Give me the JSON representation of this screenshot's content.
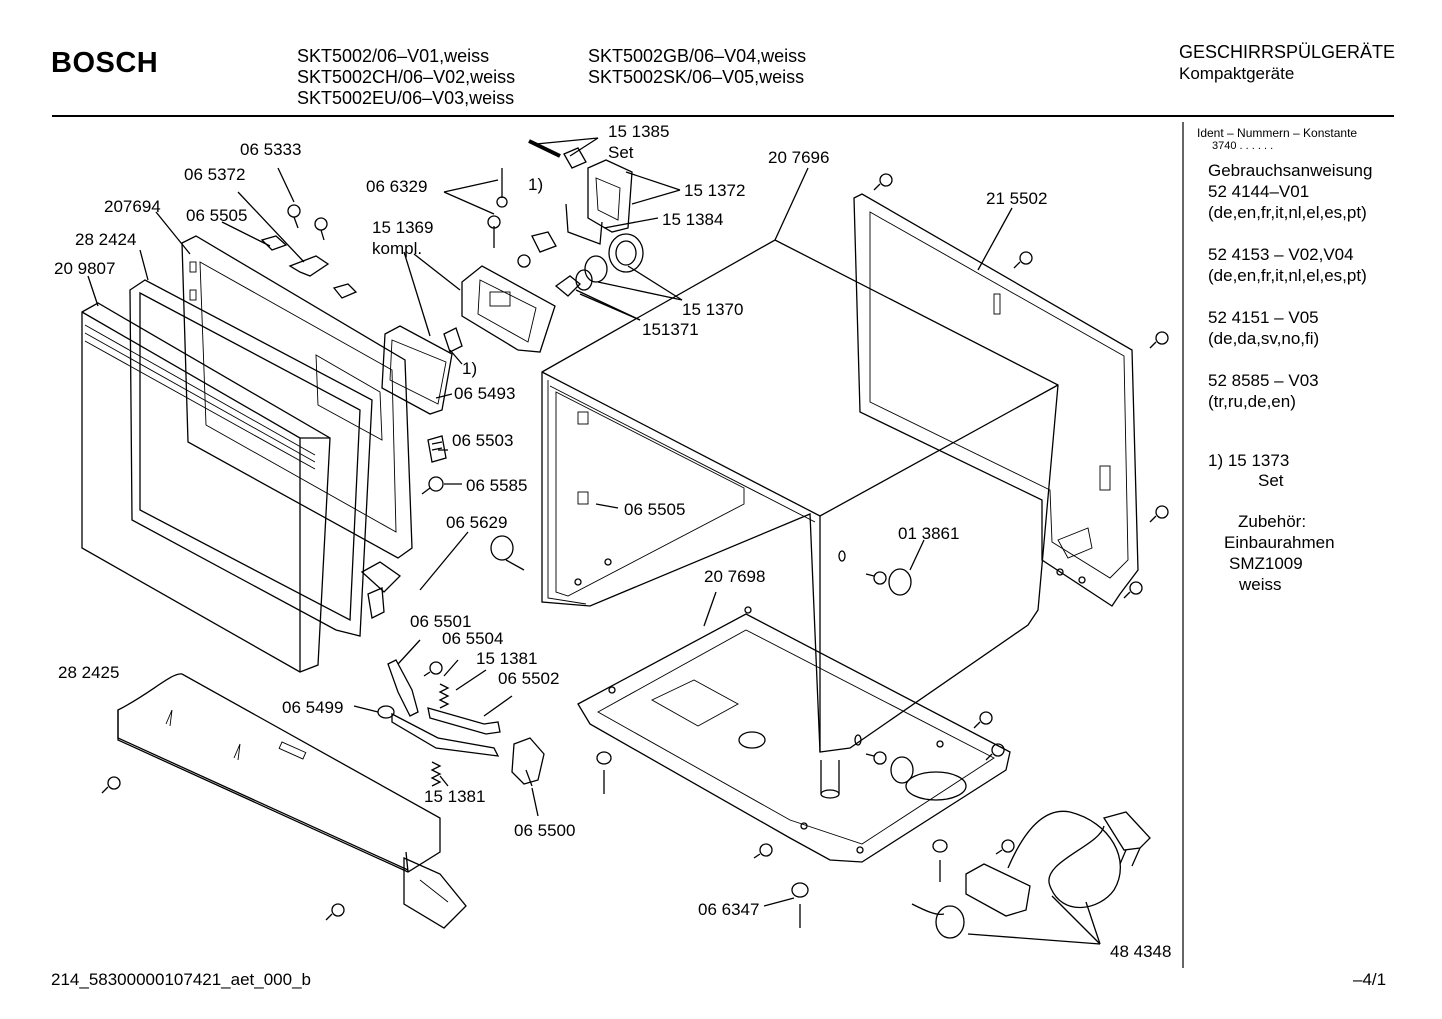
{
  "header": {
    "brand": "BOSCH",
    "models_col1": [
      "SKT5002/06–V01,weiss",
      "SKT5002CH/06–V02,weiss",
      "SKT5002EU/06–V03,weiss"
    ],
    "models_col2": [
      "SKT5002GB/06–V04,weiss",
      "SKT5002SK/06–V05,weiss"
    ],
    "category": "GESCHIRRSPÜLGERÄTE",
    "subcategory": "Kompaktgeräte"
  },
  "sidebar": {
    "ident_heading": "Ident – Nummern – Konstante",
    "ident_value": "3740  .  .  .  .  .  .",
    "manual_heading": "Gebrauchsanweisung",
    "manuals": [
      {
        "number": "52 4144–V01",
        "langs": "(de,en,fr,it,nl,el,es,pt)"
      },
      {
        "number": "52 4153 – V02,V04",
        "langs": "(de,en,fr,it,nl,el,es,pt)"
      },
      {
        "number": "52 4151 – V05",
        "langs": "(de,da,sv,no,fi)"
      },
      {
        "number": "52 8585 – V03",
        "langs": "(tr,ru,de,en)"
      }
    ],
    "footnote_number": "1) 15 1373",
    "footnote_set": "Set",
    "accessory_heading": "Zubehör:",
    "accessory_name": "Einbaurahmen",
    "accessory_code": "SMZ1009",
    "accessory_color": "weiss"
  },
  "callouts": {
    "c151385": "15 1385",
    "c151385_set": "Set",
    "c065333": "06 5333",
    "c065372": "06 5372",
    "c066329": "06 6329",
    "c_fn1_top": "1)",
    "c151372": "15 1372",
    "c207696": "20 7696",
    "c207694": "207694",
    "c065505a": "06 5505",
    "c151384": "15 1384",
    "c215502": "21 5502",
    "c282424": "28 2424",
    "c151369": "15 1369",
    "c151369_kompl": "kompl.",
    "c209807": "20 9807",
    "c151370": "15 1370",
    "c151371": "151371",
    "c_fn1_mid": "1)",
    "c065493": "06 5493",
    "c065503": "06 5503",
    "c065585": "06 5585",
    "c065505b": "06 5505",
    "c065629": "06 5629",
    "c013861": "01 3861",
    "c207698": "20 7698",
    "c065501": "06 5501",
    "c065504": "06 5504",
    "c151381a": "15 1381",
    "c282425": "28 2425",
    "c065502": "06 5502",
    "c065499": "06 5499",
    "c151381b": "15 1381",
    "c065500": "06 5500",
    "c066347": "06 6347",
    "c484348": "48 4348"
  },
  "footer": {
    "doc_id": "214_58300000107421_aet_000_b",
    "page": "–4/1"
  }
}
